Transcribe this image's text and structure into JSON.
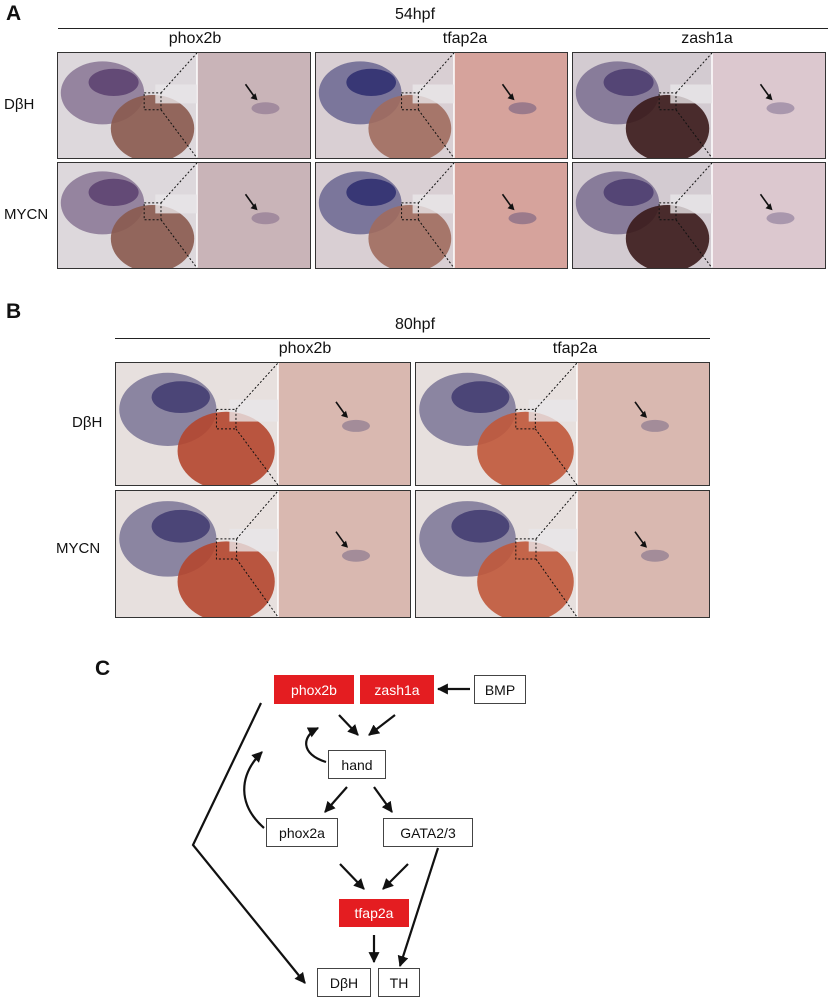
{
  "panel_a": {
    "letter": "A",
    "timepoint": "54hpf",
    "genes": [
      "phox2b",
      "tfap2a",
      "zash1a"
    ],
    "rows": [
      "DβH",
      "MYCN"
    ]
  },
  "panel_b": {
    "letter": "B",
    "timepoint": "80hpf",
    "genes": [
      "phox2b",
      "tfap2a"
    ],
    "rows": [
      "DβH",
      "MYCN"
    ]
  },
  "panel_c": {
    "letter": "C",
    "nodes": {
      "phox2b": "phox2b",
      "zash1a": "zash1a",
      "bmp": "BMP",
      "hand": "hand",
      "phox2a": "phox2a",
      "gata": "GATA2/3",
      "tfap2a": "tfap2a",
      "dbh": "DβH",
      "th": "TH"
    },
    "highlight_color": "#e41d21"
  }
}
